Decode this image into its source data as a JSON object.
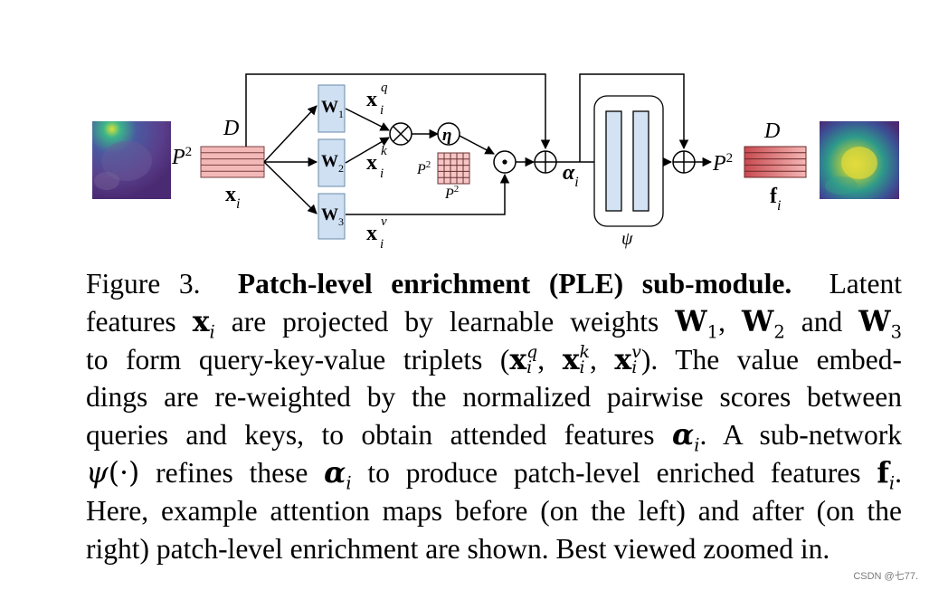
{
  "diagram": {
    "left_dim_D": "D",
    "left_dim_P": "P",
    "left_dim_P_exp": "2",
    "input_label": "x",
    "input_sub": "i",
    "w1": "W",
    "w1_sub": "1",
    "w2": "W",
    "w2_sub": "2",
    "w3": "W",
    "w3_sub": "3",
    "q_label": "x",
    "q_sup": "q",
    "q_sub": "i",
    "k_label": "x",
    "k_sup": "k",
    "k_sub": "i",
    "v_label": "x",
    "v_sup": "v",
    "v_sub": "i",
    "eta": "η",
    "matrix_left": "P",
    "matrix_left_exp": "2",
    "matrix_bottom": "P",
    "matrix_bottom_exp": "2",
    "alpha_label": "α",
    "alpha_sub": "i",
    "psi_label": "ψ",
    "right_dim_P": "P",
    "right_dim_P_exp": "2",
    "right_dim_D": "D",
    "output_label": "f",
    "output_sub": "i",
    "colors": {
      "input_bar": "#f3b8b8",
      "weight_box": "#cfe0f3",
      "matrix": "#f6c6c6",
      "psi_bar": "#d3e3f4",
      "output_bar": "#e8787a"
    }
  },
  "caption": {
    "fig_label": "Figure 3.",
    "title": "Patch-level enrichment (PLE) sub-module.",
    "t1": "Latent",
    "t2a": "features",
    "t2_x": "x",
    "t2_i": "i",
    "t2b": "are projected by learnable weights",
    "t2_W": "W",
    "t2_1": "1",
    "t2_comma1": ",",
    "t2_2": "2",
    "t2_and": "and",
    "t2_3": "3",
    "t3a": "to form query-key-value triplets (",
    "t3_q": "q",
    "t3_k": "k",
    "t3_v": "v",
    "t3_i": "i",
    "t3b": "). The value embed-",
    "t4": "dings are re-weighted by the normalized pairwise scores between",
    "t5a": "queries and keys, to obtain attended features",
    "t5_alpha": "α",
    "t5_i": "i",
    "t5b": ". A sub-network",
    "t6_psi": "ψ",
    "t6_dot": "(·)",
    "t6a": "refines these",
    "t6b": "to produce patch-level enriched features",
    "t6_f": "f",
    "t6_i": "i",
    "t7": "Here, example attention maps before (on the left) and after (on the",
    "t8": "right) patch-level enrichment are shown. Best viewed zoomed in."
  },
  "watermark": "CSDN @七77."
}
